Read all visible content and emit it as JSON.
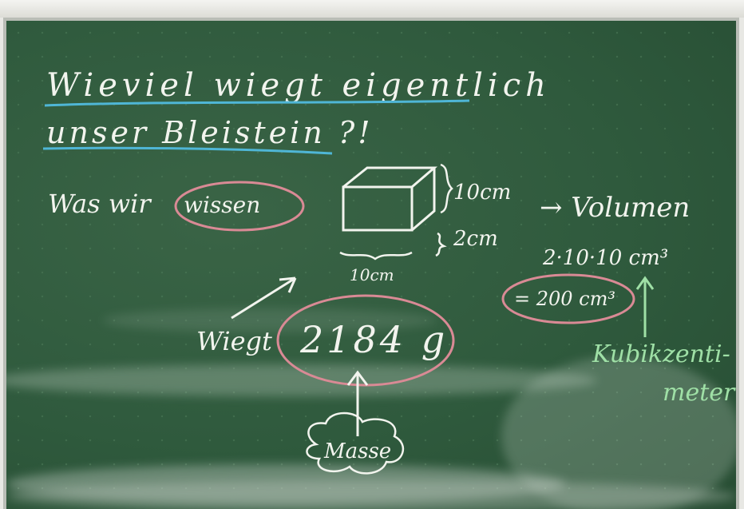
{
  "board": {
    "title_line1": "Wieviel wiegt eigentlich",
    "title_line2": "unser Bleistein ?!",
    "known_prefix": "Was wir",
    "known_word": "wissen",
    "dim_height": "10cm",
    "dim_depth": "2cm",
    "dim_width": "10cm",
    "volume_label": "→ Volumen",
    "volume_calc": "2·10·10 cm³",
    "volume_result": "= 200 cm³",
    "weight_label": "Wiegt",
    "weight_value": "2184 g",
    "mass_label": "Masse",
    "unit_word_1": "Kubikzenti-",
    "unit_word_2": "meter"
  },
  "colors": {
    "board": "#2f5a3d",
    "chalk": "#f2f4ee",
    "underline": "#4fb6d6",
    "circle": "#d98a95",
    "green_chalk": "#9fe0a6"
  }
}
